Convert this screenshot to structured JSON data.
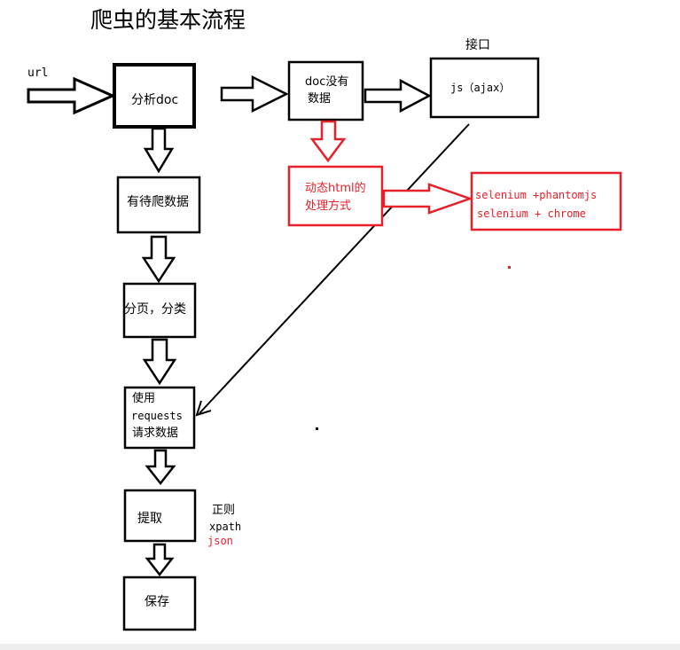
{
  "diagram": {
    "title": "爬虫的基本流程",
    "url_label": "url",
    "boxes": {
      "analyze_doc": "分析doc",
      "doc_no_data_1": "doc没有",
      "doc_no_data_2": "数据",
      "js_ajax": "js（ajax）",
      "pending_data": "有待爬数据",
      "paging": "分页，分类",
      "requests_1": "使用",
      "requests_2": "requests",
      "requests_3": "请求数据",
      "dynamic_1": "动态html的",
      "dynamic_2": "处理方式",
      "selenium_1": "selenium  +phantomjs",
      "selenium_2": "selenium  + chrome",
      "extract": "提取",
      "save": "保存"
    },
    "api_label": "接口",
    "extract_methods": [
      "正则",
      "xpath",
      "json"
    ],
    "colors": {
      "black": "#000000",
      "red": "#e8202a"
    }
  }
}
